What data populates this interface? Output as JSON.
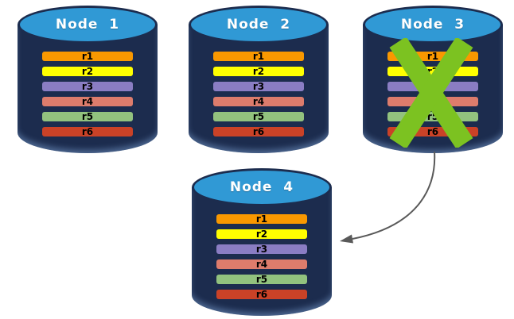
{
  "diagram": {
    "nodes": [
      {
        "label": "Node  1",
        "failed": false
      },
      {
        "label": "Node  2",
        "failed": false
      },
      {
        "label": "Node  3",
        "failed": true
      },
      {
        "label": "Node  4",
        "failed": false
      }
    ],
    "rows": [
      {
        "label": "r1",
        "color": "#F99800"
      },
      {
        "label": "r2",
        "color": "#FFFF00"
      },
      {
        "label": "r3",
        "color": "#8A7DC3"
      },
      {
        "label": "r4",
        "color": "#DD7C6C"
      },
      {
        "label": "r5",
        "color": "#92C27E"
      },
      {
        "label": "r6",
        "color": "#CA4227"
      }
    ],
    "colors": {
      "background": "#FFFFFF",
      "cylinder_body": "#1C2C4E",
      "cylinder_top": "#3099D5",
      "node_title_text": "#FFFFFF",
      "row_text": "#000000",
      "failure_x": "#7CC221",
      "arrow": "#595959"
    }
  }
}
